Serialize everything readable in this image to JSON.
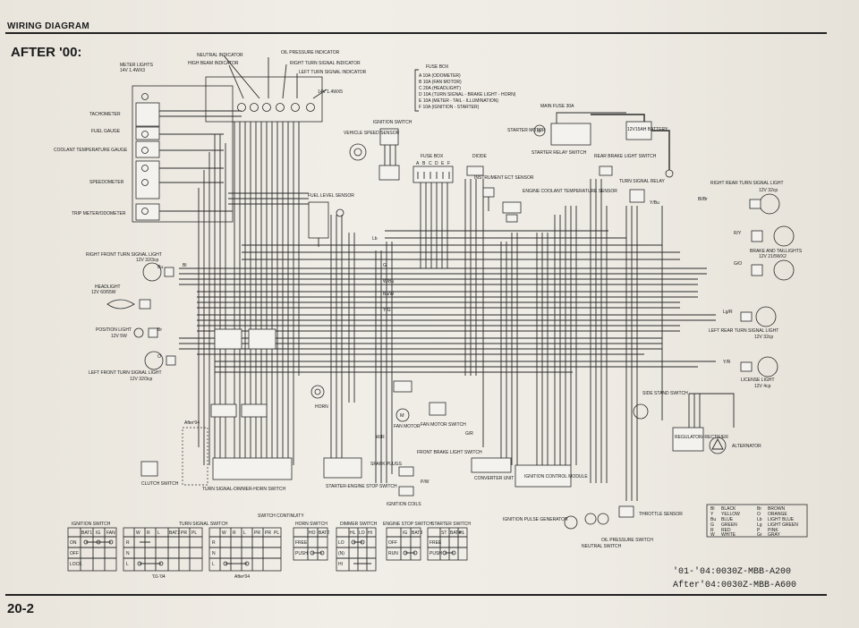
{
  "header": {
    "title": "WIRING DIAGRAM",
    "subtitle": "AFTER '00:",
    "page_number": "20-2"
  },
  "model_codes": [
    "'01-'04:0030Z-MBB-A200",
    "After'04:0030Z-MBB-A600"
  ],
  "labels": {
    "meter_lights": "METER LIGHTS",
    "meter_lights_spec": "14V 1.4WX3",
    "high_beam": "HIGH BEAM INDICATOR",
    "neutral": "NEUTRAL INDICATOR",
    "oil_pressure_ind": "OIL PRESSURE INDICATOR",
    "right_turn_ind": "RIGHT TURN SIGNAL INDICATOR",
    "left_turn_ind": "LEFT TURN SIGNAL INDICATOR",
    "ind_spec": "14V 1.4WX5",
    "tachometer": "TACHOMETER",
    "fuel_gauge": "FUEL GAUGE",
    "coolant_gauge": "COOLANT TEMPERATURE GAUGE",
    "speedometer": "SPEEDOMETER",
    "trip_meter": "TRIP METER/ODOMETER",
    "vehicle_speed": "VEHICLE SPEED SENSOR",
    "ignition_switch_top": "IGNITION SWITCH",
    "fuse_box_top": "FUSE BOX",
    "fuse_box": "FUSE BOX",
    "diode": "DIODE",
    "fuel_level": "FUEL LEVEL SENSOR",
    "instrument_ect": "INSTRUMENT ECT SENSOR",
    "engine_coolant": "ENGINE COOLANT TEMPERATURE SENSOR",
    "main_fuse": "MAIN FUSE 30A",
    "starter_motor": "STARTER MOTOR",
    "starter_relay": "STARTER RELAY SWITCH",
    "battery": "12V15AH BATTERY",
    "rear_brake": "REAR BRAKE LIGHT SWITCH",
    "turn_relay": "TURN SIGNAL RELAY",
    "right_rear_turn": "RIGHT REAR TURN SIGNAL LIGHT",
    "right_rear_turn_spec": "12V 32cp",
    "brake_tail": "BRAKE AND TAILLIGHTS",
    "brake_tail_spec": "12V 21/5WX2",
    "left_rear_turn": "LEFT REAR TURN SIGNAL LIGHT",
    "left_rear_turn_spec": "12V 32cp",
    "license": "LICENSE LIGHT",
    "license_spec": "12V 4cp",
    "right_front_turn": "RIGHT FRONT TURN SIGNAL LIGHT",
    "right_front_turn_spec": "12V 32/3cp",
    "headlight": "HEADLIGHT",
    "headlight_spec": "12V 60/55W",
    "position": "POSITION LIGHT",
    "position_spec": "12V 5W",
    "left_front_turn": "LEFT FRONT TURN SIGNAL LIGHT",
    "left_front_turn_spec": "12V 32/3cp",
    "horn": "HORN",
    "fan_motor": "FAN MOTOR",
    "fan_motor_switch": "FAN MOTOR SWITCH",
    "front_brake": "FRONT BRAKE LIGHT SWITCH",
    "side_stand": "SIDE STAND SWITCH",
    "regulator": "REGULATOR/ RECTIFIER",
    "alternator": "ALTERNATOR",
    "after04": "After'04",
    "clutch_switch": "CLUTCH SWITCH",
    "turn_dimmer_horn": "TURN SIGNAL-DIMMER-HORN SWITCH",
    "starter_engine_stop": "STARTER-ENGINE STOP SWITCH",
    "spark_plugs": "SPARK PLUGS",
    "ignition_coils": "IGNITION COILS",
    "converter_unit": "CONVERTER UNIT",
    "icm": "IGNITION CONTROL MODULE",
    "throttle_sensor": "THROTTLE SENSOR",
    "ignition_pulse": "IGNITION PULSE GENERATOR",
    "oil_pressure_sw": "OIL PRESSURE SWITCH",
    "neutral_sw": "NEUTRAL SWITCH",
    "switch_continuity": "SWITCH CONTINUITY",
    "ign_sw_table": "IGNITION SWITCH",
    "turn_sw_table": "TURN SIGNAL SWITCH",
    "horn_sw_table": "HORN SWITCH",
    "dimmer_sw_table": "DIMMER SWITCH",
    "engine_stop_table": "ENGINE STOP SWITCH",
    "starter_sw_table": "STARTER SWITCH",
    "sub_01_04": "'01-'04",
    "sub_after04": "After'04"
  },
  "fuse_list": [
    "A 10A (ODOMETER)",
    "B 10A (FAN MOTOR)",
    "C 20A (HEADLIGHT)",
    "D 10A (TURN SIGNAL - BRAKE LIGHT - HORN)",
    "E 10A (METER - TAIL - ILLUMINATION)",
    "F 10A (IGNITION - STARTER)"
  ],
  "fuse_letters": [
    "A",
    "B",
    "C",
    "D",
    "E",
    "F"
  ],
  "color_key": [
    [
      "Bl",
      "BLACK"
    ],
    [
      "Y",
      "YELLOW"
    ],
    [
      "Bu",
      "BLUE"
    ],
    [
      "G",
      "GREEN"
    ],
    [
      "R",
      "RED"
    ],
    [
      "W",
      "WHITE"
    ],
    [
      "Br",
      "BROWN"
    ],
    [
      "O",
      "ORANGE"
    ],
    [
      "Lb",
      "LIGHT BLUE"
    ],
    [
      "Lg",
      "LIGHT GREEN"
    ],
    [
      "P",
      "PINK"
    ],
    [
      "Gr",
      "GRAY"
    ]
  ],
  "switch_tables": {
    "ignition": {
      "cols": [
        "BAT1",
        "IG",
        "FAN"
      ],
      "rows": [
        "ON",
        "OFF",
        "LOCK"
      ]
    },
    "turn": {
      "cols": [
        "W",
        "R",
        "L",
        "BAT2",
        "PR",
        "PL"
      ],
      "rows": [
        "R",
        "N",
        "L"
      ]
    },
    "turn_after04": {
      "cols": [
        "W",
        "R",
        "L",
        "PR",
        "PR",
        "PL"
      ],
      "rows": [
        "R",
        "N",
        "L"
      ]
    },
    "horn": {
      "cols": [
        "HO",
        "BAT2"
      ],
      "rows": [
        "FREE",
        "PUSH"
      ]
    },
    "dimmer": {
      "cols": [
        "HL",
        "LO",
        "HI"
      ],
      "rows": [
        "LO",
        "(N)",
        "HI"
      ]
    },
    "engine_stop": {
      "cols": [
        "IG",
        "BAT3"
      ],
      "rows": [
        "OFF",
        "RUN"
      ]
    },
    "starter": {
      "cols": [
        "ST",
        "BAT4",
        "HL"
      ],
      "rows": [
        "FREE",
        "PUSH"
      ]
    }
  },
  "wire_tags": [
    "Bl",
    "G",
    "W/Bu",
    "Bu/W",
    "Y/G",
    "Bl/Br",
    "R/Y",
    "G/O",
    "Lg/R",
    "Y/R",
    "Bu",
    "Br",
    "O",
    "Lb",
    "P/W",
    "G/R",
    "Y/Bu",
    "W/R"
  ]
}
